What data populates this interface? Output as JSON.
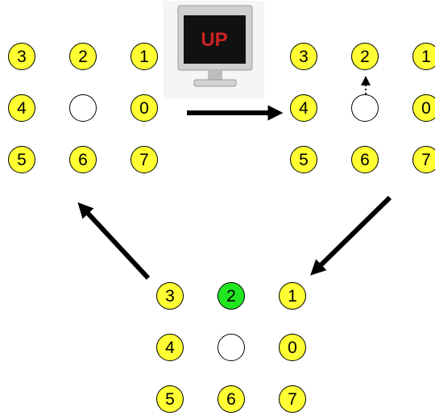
{
  "monitor": {
    "label": "UP",
    "label_color": "#cc2222",
    "icon": "monitor-icon"
  },
  "colors": {
    "lit": "#ffff33",
    "selected": "#22e622",
    "empty": "#ffffff",
    "arrow": "#000000"
  },
  "grids": [
    {
      "id": "top-left",
      "cells": [
        "3",
        "2",
        "1",
        "4",
        "",
        "0",
        "5",
        "6",
        "7"
      ],
      "states": [
        "lit",
        "lit",
        "lit",
        "lit",
        "empty",
        "lit",
        "lit",
        "lit",
        "lit"
      ]
    },
    {
      "id": "top-right",
      "cells": [
        "3",
        "2",
        "1",
        "4",
        "",
        "0",
        "5",
        "6",
        "7"
      ],
      "states": [
        "lit",
        "lit",
        "lit",
        "lit",
        "empty",
        "lit",
        "lit",
        "lit",
        "lit"
      ]
    },
    {
      "id": "bottom",
      "cells": [
        "3",
        "2",
        "1",
        "4",
        "",
        "0",
        "5",
        "6",
        "7"
      ],
      "states": [
        "lit",
        "selected",
        "lit",
        "lit",
        "empty",
        "lit",
        "lit",
        "lit",
        "lit"
      ]
    }
  ]
}
